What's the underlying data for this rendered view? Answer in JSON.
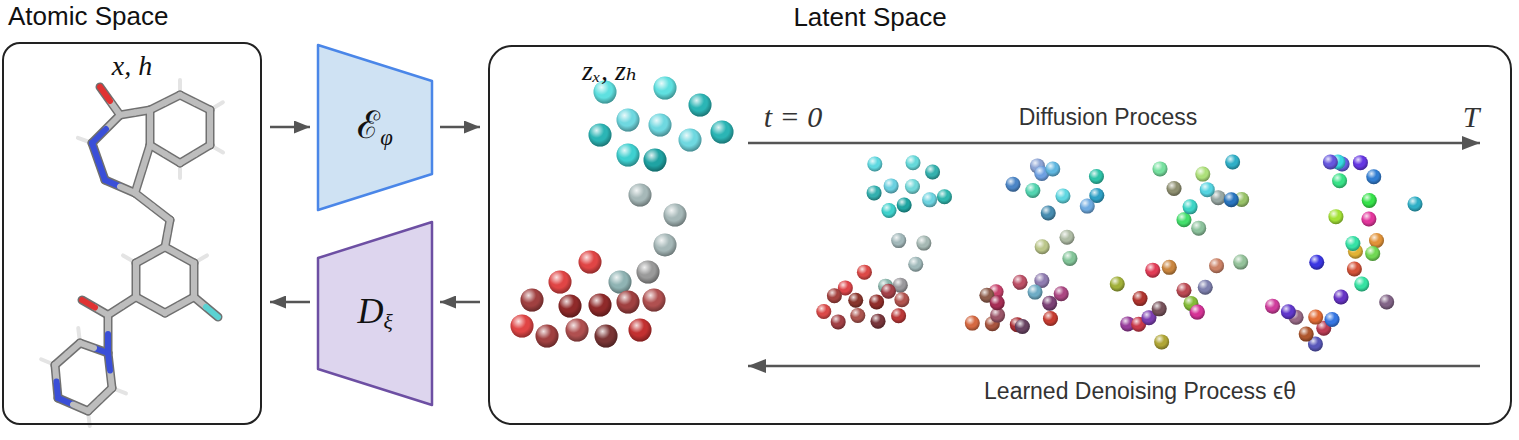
{
  "diagram": {
    "nodes": [
      {
        "text": [
          "Atomic Space",
          "x, h"
        ]
      },
      {
        "text": [
          "ℰφ"
        ]
      },
      {
        "text": [
          "Dξ"
        ]
      },
      {
        "text": [
          "Latent Space",
          "zₓ, zₕ"
        ]
      }
    ],
    "edges": [
      {
        "from": 0,
        "to": 1,
        "arrow": "to"
      },
      {
        "from": 1,
        "to": 3,
        "arrow": "to"
      },
      {
        "from": 3,
        "to": 2,
        "arrow": "to"
      },
      {
        "from": 2,
        "to": 0,
        "arrow": "to"
      }
    ],
    "labels": [
      "t = 0",
      "Diffusion Process",
      "T",
      "Learned Denoising Process ϵθ"
    ]
  }
}
